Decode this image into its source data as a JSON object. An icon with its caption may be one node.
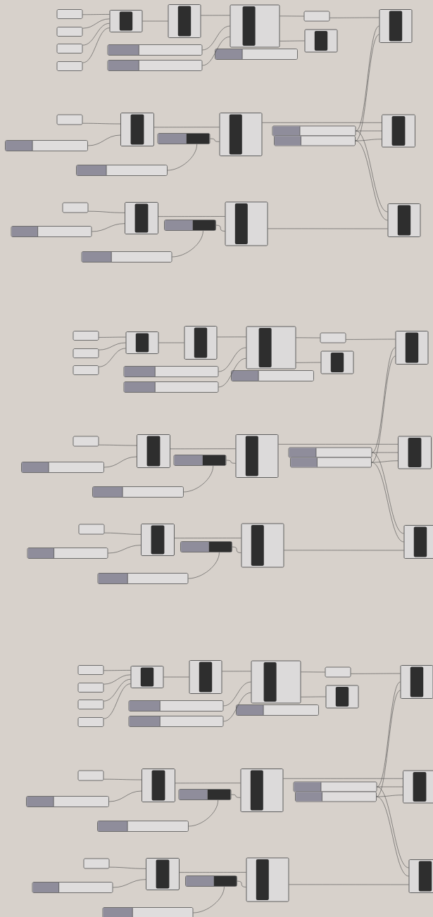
{
  "diagram": {
    "nodes": [
      {
        "text": [],
        "shape": "box"
      },
      {
        "text": [],
        "shape": "box"
      },
      {
        "text": [],
        "shape": "box"
      },
      {
        "text": [],
        "shape": "box"
      },
      {
        "text": [],
        "shape": "component"
      },
      {
        "text": [],
        "shape": "component"
      },
      {
        "text": [],
        "shape": "component"
      },
      {
        "text": [],
        "shape": "slider"
      },
      {
        "text": [],
        "shape": "slider"
      },
      {
        "text": [],
        "shape": "slider"
      },
      {
        "text": [],
        "shape": "box"
      },
      {
        "text": [],
        "shape": "component"
      },
      {
        "text": [],
        "shape": "component"
      },
      {
        "text": [],
        "shape": "box"
      },
      {
        "text": [],
        "shape": "component"
      },
      {
        "text": [],
        "shape": "slider"
      },
      {
        "text": [],
        "shape": "slider"
      },
      {
        "text": [],
        "shape": "slider"
      },
      {
        "text": [],
        "shape": "component"
      },
      {
        "text": [],
        "shape": "slider"
      },
      {
        "text": [],
        "shape": "slider"
      },
      {
        "text": [],
        "shape": "component"
      },
      {
        "text": [],
        "shape": "box"
      },
      {
        "text": [],
        "shape": "component"
      },
      {
        "text": [],
        "shape": "slider"
      },
      {
        "text": [],
        "shape": "slider"
      },
      {
        "text": [],
        "shape": "slider"
      },
      {
        "text": [],
        "shape": "component"
      },
      {
        "text": [],
        "shape": "component"
      },
      {
        "text": [],
        "shape": "box"
      },
      {
        "text": [],
        "shape": "box"
      },
      {
        "text": [],
        "shape": "box"
      },
      {
        "text": [],
        "shape": "component"
      },
      {
        "text": [],
        "shape": "component"
      },
      {
        "text": [],
        "shape": "component"
      },
      {
        "text": [],
        "shape": "slider"
      },
      {
        "text": [],
        "shape": "slider"
      },
      {
        "text": [],
        "shape": "slider"
      },
      {
        "text": [],
        "shape": "box"
      },
      {
        "text": [],
        "shape": "component"
      },
      {
        "text": [],
        "shape": "component"
      },
      {
        "text": [],
        "shape": "box"
      },
      {
        "text": [],
        "shape": "component"
      },
      {
        "text": [],
        "shape": "slider"
      },
      {
        "text": [],
        "shape": "slider"
      },
      {
        "text": [],
        "shape": "slider"
      },
      {
        "text": [],
        "shape": "component"
      },
      {
        "text": [],
        "shape": "slider"
      },
      {
        "text": [],
        "shape": "slider"
      },
      {
        "text": [],
        "shape": "component"
      },
      {
        "text": [],
        "shape": "box"
      },
      {
        "text": [],
        "shape": "component"
      },
      {
        "text": [],
        "shape": "slider"
      },
      {
        "text": [],
        "shape": "slider"
      },
      {
        "text": [],
        "shape": "slider"
      },
      {
        "text": [],
        "shape": "component"
      },
      {
        "text": [],
        "shape": "component"
      },
      {
        "text": [],
        "shape": "box"
      },
      {
        "text": [],
        "shape": "box"
      },
      {
        "text": [],
        "shape": "box"
      },
      {
        "text": [],
        "shape": "box"
      },
      {
        "text": [],
        "shape": "component"
      },
      {
        "text": [],
        "shape": "component"
      },
      {
        "text": [],
        "shape": "component"
      },
      {
        "text": [],
        "shape": "slider"
      },
      {
        "text": [],
        "shape": "slider"
      },
      {
        "text": [],
        "shape": "slider"
      },
      {
        "text": [],
        "shape": "box"
      },
      {
        "text": [],
        "shape": "component"
      },
      {
        "text": [],
        "shape": "component"
      },
      {
        "text": [],
        "shape": "box"
      },
      {
        "text": [],
        "shape": "component"
      },
      {
        "text": [],
        "shape": "slider"
      },
      {
        "text": [],
        "shape": "slider"
      },
      {
        "text": [],
        "shape": "slider"
      },
      {
        "text": [],
        "shape": "component"
      },
      {
        "text": [],
        "shape": "slider"
      },
      {
        "text": [],
        "shape": "slider"
      },
      {
        "text": [],
        "shape": "component"
      },
      {
        "text": [],
        "shape": "box"
      },
      {
        "text": [],
        "shape": "component"
      },
      {
        "text": [],
        "shape": "slider"
      },
      {
        "text": [],
        "shape": "slider"
      },
      {
        "text": [],
        "shape": "slider"
      },
      {
        "text": [],
        "shape": "component"
      },
      {
        "text": [],
        "shape": "component"
      }
    ],
    "edges": [
      {
        "from": 0,
        "to": 4,
        "arrow": "none"
      },
      {
        "from": 1,
        "to": 4,
        "arrow": "none"
      },
      {
        "from": 2,
        "to": 4,
        "arrow": "none"
      },
      {
        "from": 3,
        "to": 4,
        "arrow": "none"
      },
      {
        "from": 4,
        "to": 5,
        "arrow": "none"
      },
      {
        "from": 5,
        "to": 6,
        "arrow": "none"
      },
      {
        "from": 7,
        "to": 6,
        "arrow": "none"
      },
      {
        "from": 8,
        "to": 6,
        "arrow": "none"
      },
      {
        "from": 6,
        "to": 10,
        "arrow": "none"
      },
      {
        "from": 6,
        "to": 11,
        "arrow": "none"
      },
      {
        "from": 10,
        "to": 12,
        "arrow": "none"
      },
      {
        "from": 13,
        "to": 14,
        "arrow": "none"
      },
      {
        "from": 15,
        "to": 14,
        "arrow": "none"
      },
      {
        "from": 14,
        "to": 18,
        "arrow": "none"
      },
      {
        "from": 17,
        "to": 16,
        "arrow": "none"
      },
      {
        "from": 16,
        "to": 18,
        "arrow": "none"
      },
      {
        "from": 18,
        "to": 21,
        "arrow": "none"
      },
      {
        "from": 19,
        "to": 21,
        "arrow": "none"
      },
      {
        "from": 20,
        "to": 21,
        "arrow": "none"
      },
      {
        "from": 19,
        "to": 12,
        "arrow": "none"
      },
      {
        "from": 20,
        "to": 12,
        "arrow": "none"
      },
      {
        "from": 22,
        "to": 23,
        "arrow": "none"
      },
      {
        "from": 24,
        "to": 23,
        "arrow": "none"
      },
      {
        "from": 23,
        "to": 27,
        "arrow": "none"
      },
      {
        "from": 26,
        "to": 25,
        "arrow": "none"
      },
      {
        "from": 25,
        "to": 27,
        "arrow": "none"
      },
      {
        "from": 27,
        "to": 28,
        "arrow": "none"
      },
      {
        "from": 19,
        "to": 28,
        "arrow": "none"
      },
      {
        "from": 20,
        "to": 28,
        "arrow": "none"
      },
      {
        "from": 29,
        "to": 32,
        "arrow": "none"
      },
      {
        "from": 30,
        "to": 32,
        "arrow": "none"
      },
      {
        "from": 31,
        "to": 32,
        "arrow": "none"
      },
      {
        "from": 32,
        "to": 33,
        "arrow": "none"
      },
      {
        "from": 33,
        "to": 34,
        "arrow": "none"
      },
      {
        "from": 35,
        "to": 34,
        "arrow": "none"
      },
      {
        "from": 36,
        "to": 34,
        "arrow": "none"
      },
      {
        "from": 34,
        "to": 38,
        "arrow": "none"
      },
      {
        "from": 34,
        "to": 39,
        "arrow": "none"
      },
      {
        "from": 38,
        "to": 40,
        "arrow": "none"
      },
      {
        "from": 41,
        "to": 42,
        "arrow": "none"
      },
      {
        "from": 43,
        "to": 42,
        "arrow": "none"
      },
      {
        "from": 42,
        "to": 46,
        "arrow": "none"
      },
      {
        "from": 45,
        "to": 44,
        "arrow": "none"
      },
      {
        "from": 44,
        "to": 46,
        "arrow": "none"
      },
      {
        "from": 46,
        "to": 49,
        "arrow": "none"
      },
      {
        "from": 47,
        "to": 49,
        "arrow": "none"
      },
      {
        "from": 48,
        "to": 49,
        "arrow": "none"
      },
      {
        "from": 47,
        "to": 40,
        "arrow": "none"
      },
      {
        "from": 48,
        "to": 40,
        "arrow": "none"
      },
      {
        "from": 50,
        "to": 51,
        "arrow": "none"
      },
      {
        "from": 52,
        "to": 51,
        "arrow": "none"
      },
      {
        "from": 51,
        "to": 55,
        "arrow": "none"
      },
      {
        "from": 54,
        "to": 53,
        "arrow": "none"
      },
      {
        "from": 53,
        "to": 55,
        "arrow": "none"
      },
      {
        "from": 55,
        "to": 56,
        "arrow": "none"
      },
      {
        "from": 47,
        "to": 56,
        "arrow": "none"
      },
      {
        "from": 48,
        "to": 56,
        "arrow": "none"
      },
      {
        "from": 57,
        "to": 61,
        "arrow": "none"
      },
      {
        "from": 58,
        "to": 61,
        "arrow": "none"
      },
      {
        "from": 59,
        "to": 61,
        "arrow": "none"
      },
      {
        "from": 60,
        "to": 61,
        "arrow": "none"
      },
      {
        "from": 61,
        "to": 62,
        "arrow": "none"
      },
      {
        "from": 62,
        "to": 63,
        "arrow": "none"
      },
      {
        "from": 64,
        "to": 63,
        "arrow": "none"
      },
      {
        "from": 65,
        "to": 63,
        "arrow": "none"
      },
      {
        "from": 63,
        "to": 67,
        "arrow": "none"
      },
      {
        "from": 63,
        "to": 68,
        "arrow": "none"
      },
      {
        "from": 67,
        "to": 69,
        "arrow": "none"
      },
      {
        "from": 70,
        "to": 71,
        "arrow": "none"
      },
      {
        "from": 72,
        "to": 71,
        "arrow": "none"
      },
      {
        "from": 71,
        "to": 75,
        "arrow": "none"
      },
      {
        "from": 74,
        "to": 73,
        "arrow": "none"
      },
      {
        "from": 73,
        "to": 75,
        "arrow": "none"
      },
      {
        "from": 75,
        "to": 78,
        "arrow": "none"
      },
      {
        "from": 76,
        "to": 78,
        "arrow": "none"
      },
      {
        "from": 77,
        "to": 78,
        "arrow": "none"
      },
      {
        "from": 76,
        "to": 69,
        "arrow": "none"
      },
      {
        "from": 77,
        "to": 69,
        "arrow": "none"
      },
      {
        "from": 79,
        "to": 80,
        "arrow": "none"
      },
      {
        "from": 81,
        "to": 80,
        "arrow": "none"
      },
      {
        "from": 80,
        "to": 84,
        "arrow": "none"
      },
      {
        "from": 83,
        "to": 82,
        "arrow": "none"
      },
      {
        "from": 82,
        "to": 84,
        "arrow": "none"
      },
      {
        "from": 84,
        "to": 85,
        "arrow": "none"
      },
      {
        "from": 76,
        "to": 85,
        "arrow": "none"
      },
      {
        "from": 77,
        "to": 85,
        "arrow": "none"
      }
    ]
  }
}
